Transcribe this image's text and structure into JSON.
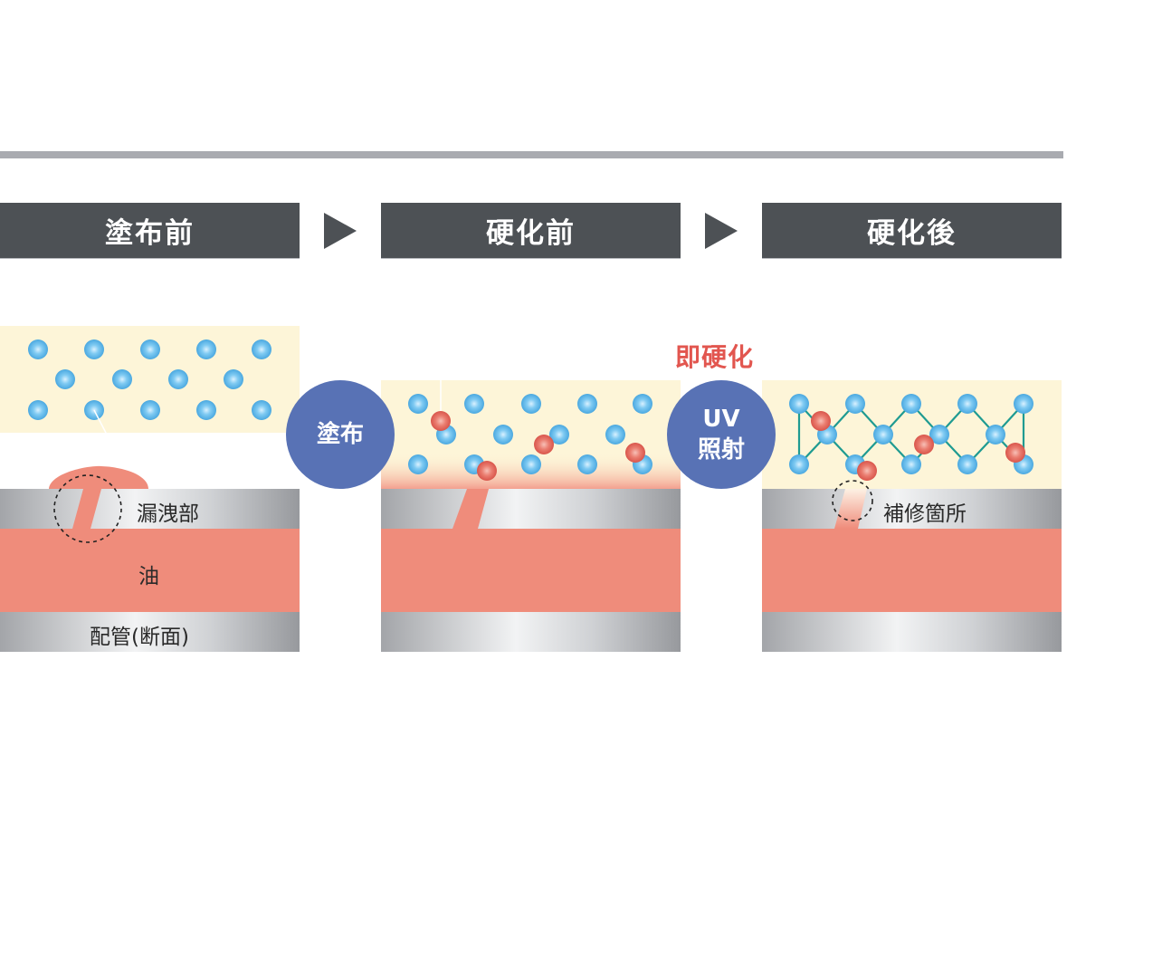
{
  "stages": [
    {
      "title": "塗布前"
    },
    {
      "title": "硬化前"
    },
    {
      "title": "硬化後"
    }
  ],
  "labels": {
    "leak": "漏洩部",
    "oil": "油",
    "pipe": "配管(断面)",
    "repair": "補修箇所"
  },
  "actions": {
    "apply": "塗布",
    "uv_line1": "UV",
    "uv_line2": "照射"
  },
  "note": "即硬化",
  "colors": {
    "header": "#4d5155",
    "resin": "#fdf5d8",
    "oil": "#ef8c7b",
    "molecule": "#5bb8e8",
    "initiator": "#e66a60",
    "circle": "#5872b5",
    "bond": "#1f9b91",
    "note": "#e2564f"
  }
}
